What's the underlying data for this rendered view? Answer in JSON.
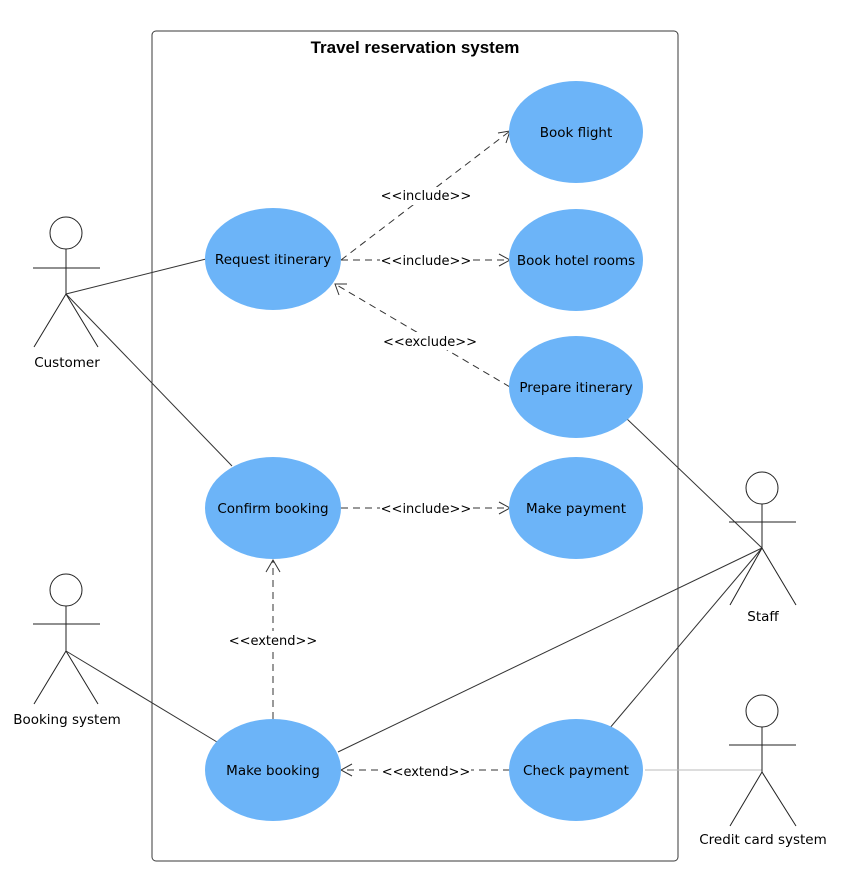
{
  "system": {
    "title": "Travel reservation system"
  },
  "use_cases": {
    "book_flight": "Book flight",
    "request_itinerary": "Request itinerary",
    "book_hotel_rooms": "Book hotel rooms",
    "prepare_itinerary": "Prepare itinerary",
    "confirm_booking": "Confirm booking",
    "make_payment": "Make payment",
    "make_booking": "Make booking",
    "check_payment": "Check payment"
  },
  "actors": {
    "customer": "Customer",
    "booking_system": "Booking system",
    "staff": "Staff",
    "credit_card_system": "Credit card system"
  },
  "relationships": {
    "include_book_flight": "<<include>>",
    "include_book_hotel": "<<include>>",
    "exclude_prepare_itinerary": "<<exclude>>",
    "include_make_payment": "<<include>>",
    "extend_confirm_booking": "<<extend>>",
    "extend_check_payment": "<<extend>>"
  },
  "colors": {
    "use_case_fill": "#6cb4f8",
    "line": "#333333"
  }
}
